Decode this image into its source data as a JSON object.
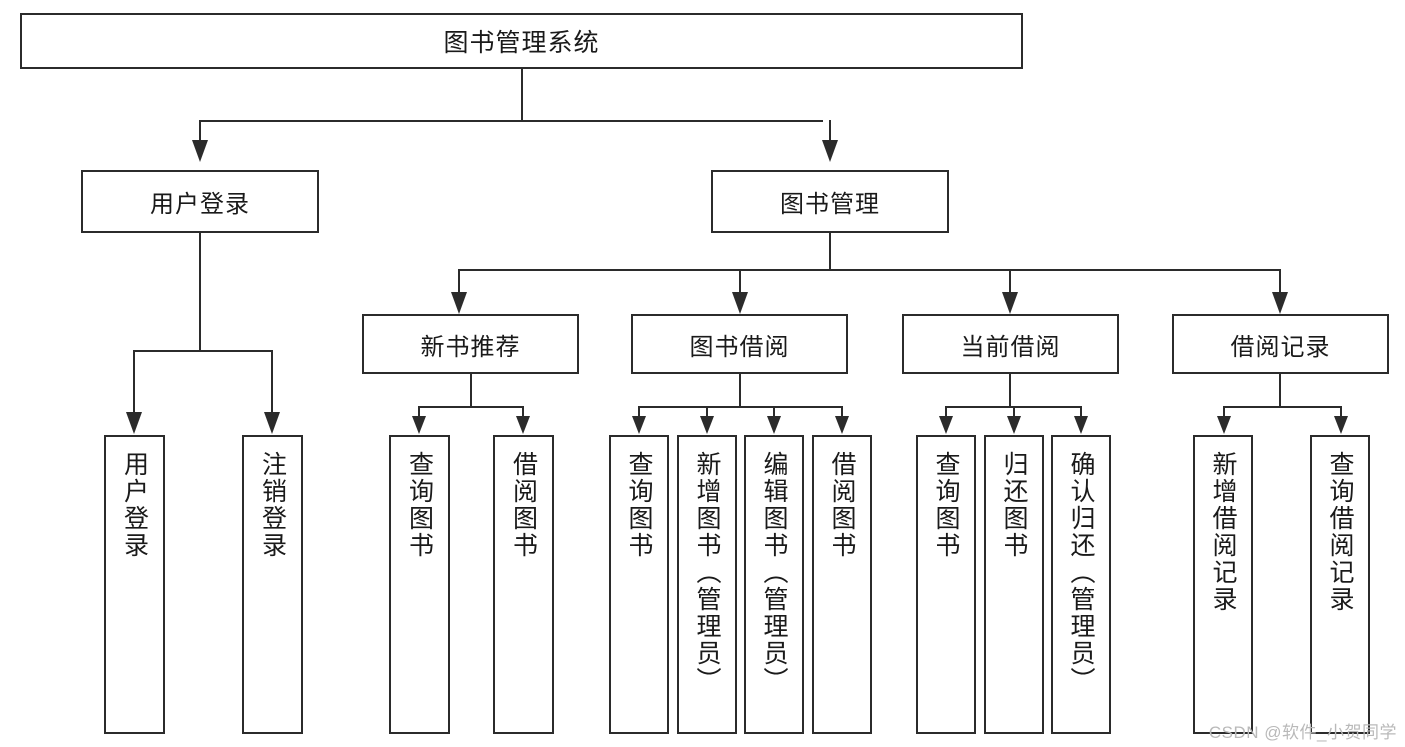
{
  "diagram": {
    "type": "tree-hierarchy",
    "title": "图书管理系统",
    "watermark": "CSDN @软件_小贺同学",
    "colors": {
      "stroke": "#2b2b2b",
      "fill": "#ffffff",
      "text": "#1a1a1a",
      "watermark": "#b9b9b9"
    },
    "levels": {
      "root": "图书管理系统",
      "level2": [
        "用户登录",
        "图书管理"
      ],
      "level3": [
        "新书推荐",
        "图书借阅",
        "当前借阅",
        "借阅记录"
      ]
    },
    "nodes": {
      "root": "图书管理系统",
      "user_login": "用户登录",
      "book_manage": "图书管理",
      "new_book_rec": "新书推荐",
      "book_borrow": "图书借阅",
      "current_borrow": "当前借阅",
      "borrow_record": "借阅记录",
      "leaf_user_login": "用户登录",
      "leaf_logout": "注销登录",
      "leaf_query_book_1": "查询图书",
      "leaf_borrow_book_1": "借阅图书",
      "leaf_query_book_2": "查询图书",
      "leaf_add_book": "新增图书（管理员）",
      "leaf_edit_book": "编辑图书（管理员）",
      "leaf_borrow_book_2": "借阅图书",
      "leaf_query_book_3": "查询图书",
      "leaf_return_book": "归还图书",
      "leaf_confirm_return": "确认归还（管理员）",
      "leaf_add_record": "新增借阅记录",
      "leaf_query_record": "查询借阅记录"
    },
    "edges": [
      {
        "from": "图书管理系统",
        "to": "用户登录"
      },
      {
        "from": "图书管理系统",
        "to": "图书管理"
      },
      {
        "from": "用户登录",
        "to": "用户登录"
      },
      {
        "from": "用户登录",
        "to": "注销登录"
      },
      {
        "from": "图书管理",
        "to": "新书推荐"
      },
      {
        "from": "图书管理",
        "to": "图书借阅"
      },
      {
        "from": "图书管理",
        "to": "当前借阅"
      },
      {
        "from": "图书管理",
        "to": "借阅记录"
      },
      {
        "from": "新书推荐",
        "to": "查询图书"
      },
      {
        "from": "新书推荐",
        "to": "借阅图书"
      },
      {
        "from": "图书借阅",
        "to": "查询图书"
      },
      {
        "from": "图书借阅",
        "to": "新增图书（管理员）"
      },
      {
        "from": "图书借阅",
        "to": "编辑图书（管理员）"
      },
      {
        "from": "图书借阅",
        "to": "借阅图书"
      },
      {
        "from": "当前借阅",
        "to": "查询图书"
      },
      {
        "from": "当前借阅",
        "to": "归还图书"
      },
      {
        "from": "当前借阅",
        "to": "确认归还（管理员）"
      },
      {
        "from": "借阅记录",
        "to": "新增借阅记录"
      },
      {
        "from": "借阅记录",
        "to": "查询借阅记录"
      }
    ]
  }
}
